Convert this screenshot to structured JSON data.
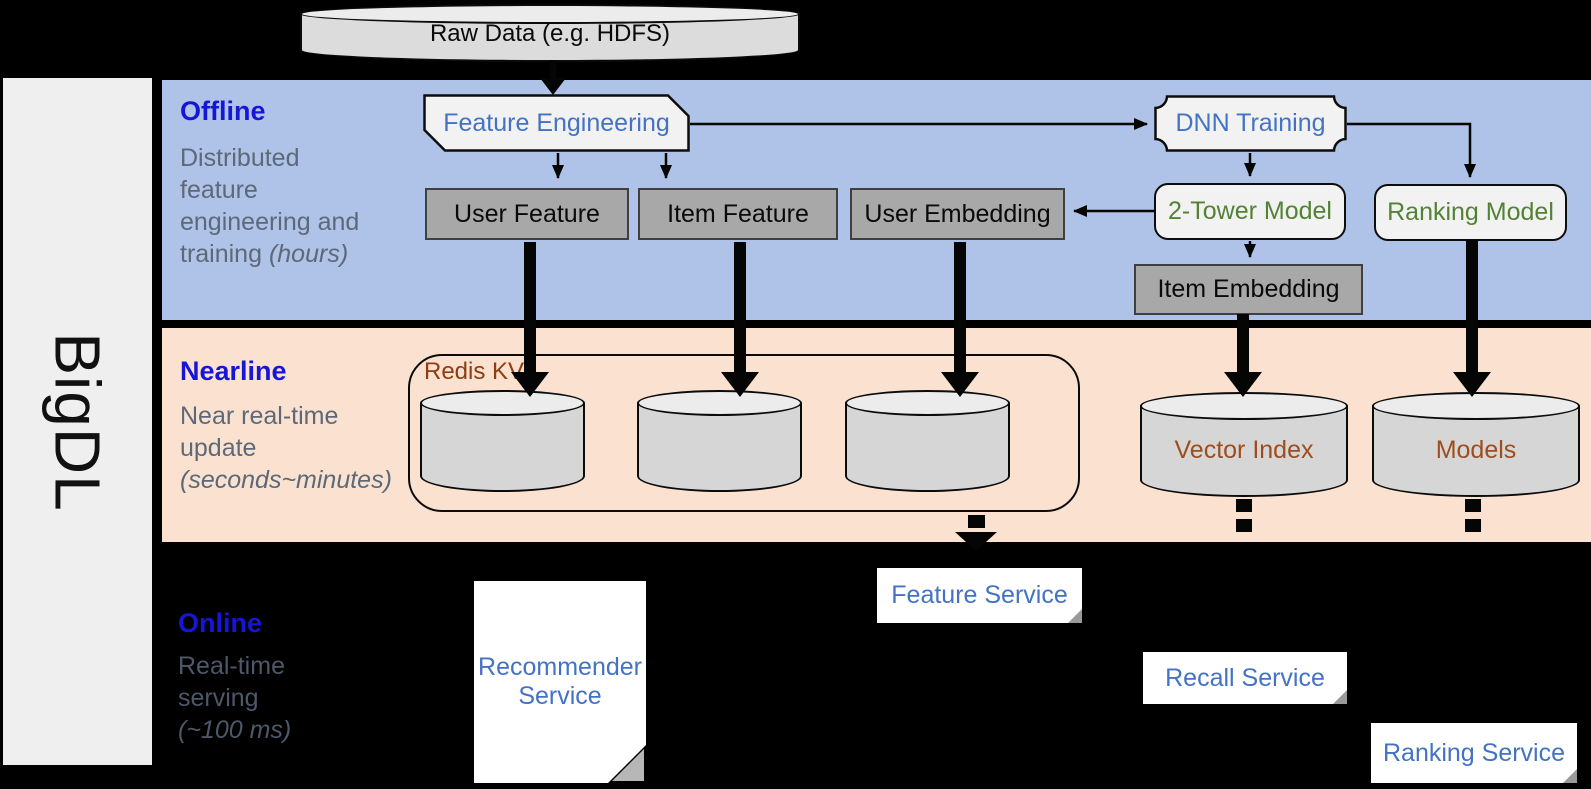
{
  "brand": {
    "name": "BigDL"
  },
  "datasource": {
    "label": "Raw Data (e.g. HDFS)"
  },
  "sections": {
    "offline": {
      "title": "Offline",
      "desc_line1": "Distributed",
      "desc_line2": "feature",
      "desc_line3": "engineering and",
      "desc_line4": "training ",
      "desc_line4_italic": "(hours)"
    },
    "nearline": {
      "title": "Nearline",
      "desc_line1": "Near real-time",
      "desc_line2": "update",
      "desc_line3_italic": "(seconds~minutes)"
    },
    "online": {
      "title": "Online",
      "desc_line1": "Real-time",
      "desc_line2": "serving",
      "desc_line3_italic": "(~100 ms)"
    }
  },
  "nodes": {
    "feature_engineering": "Feature Engineering",
    "dnn_training": "DNN Training",
    "user_feature": "User Feature",
    "item_feature": "Item Feature",
    "user_embedding": "User Embedding",
    "two_tower_model": "2-Tower Model",
    "ranking_model": "Ranking Model",
    "item_embedding": "Item Embedding",
    "redis_kv": "Redis KV",
    "vector_index": "Vector Index",
    "models": "Models",
    "recommender_service": "Recommender Service",
    "feature_service": "Feature Service",
    "recall_service": "Recall Service",
    "ranking_service": "Ranking Service"
  },
  "colors": {
    "background": "#000000",
    "sidebar": "#efefef",
    "offline_band": "#aec3e7",
    "nearline_band": "#fbe2d0",
    "section_title_blue": "#1616d9",
    "section_desc_gray": "#5d6878",
    "node_text_blue": "#4472c4",
    "node_text_green": "#548235",
    "node_text_brown": "#9d4d1e",
    "redis_label_brown": "#8f3c10",
    "process_box_gray": "#a8a8a8",
    "shape_light_gray": "#f2f2f2",
    "cylinder_gray": "#d6d6d6"
  }
}
